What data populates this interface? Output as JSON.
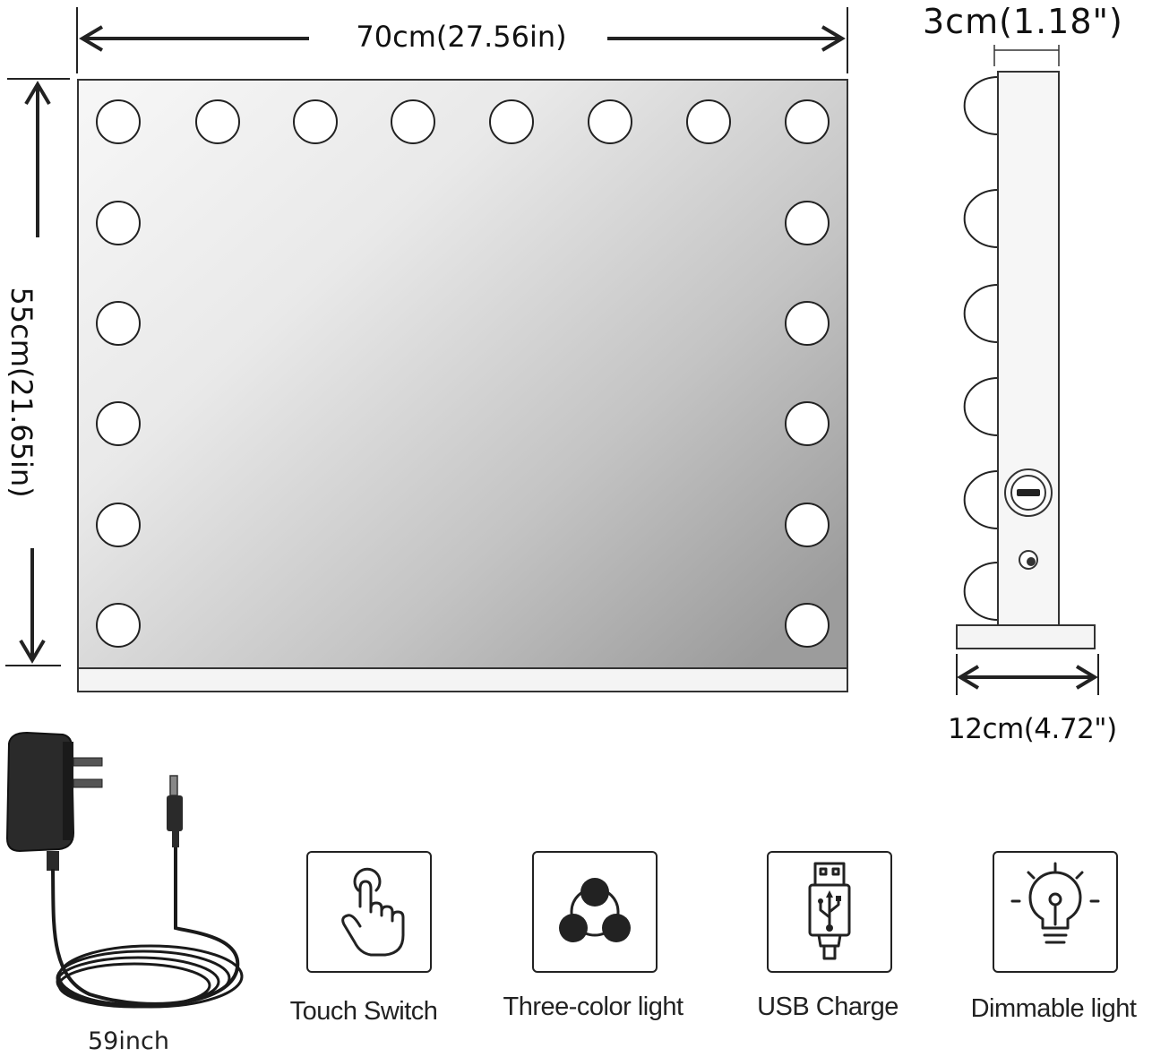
{
  "dimensions": {
    "width_label": "70cm(27.56in)",
    "height_label": "55cm(21.65in)",
    "depth_label": "3cm(1.18\")",
    "base_label": "12cm(4.72\")"
  },
  "cable": {
    "length_label": "59inch"
  },
  "features": [
    {
      "label": "Touch Switch",
      "icon": "touch-icon"
    },
    {
      "label": "Three-color light",
      "icon": "three-color-icon"
    },
    {
      "label": "USB Charge",
      "icon": "usb-icon"
    },
    {
      "label": "Dimmable light",
      "icon": "bulb-icon"
    }
  ],
  "colors": {
    "mirror_light": "#f4f4f4",
    "mirror_dark": "#9a9a9a",
    "outline": "#222222"
  }
}
